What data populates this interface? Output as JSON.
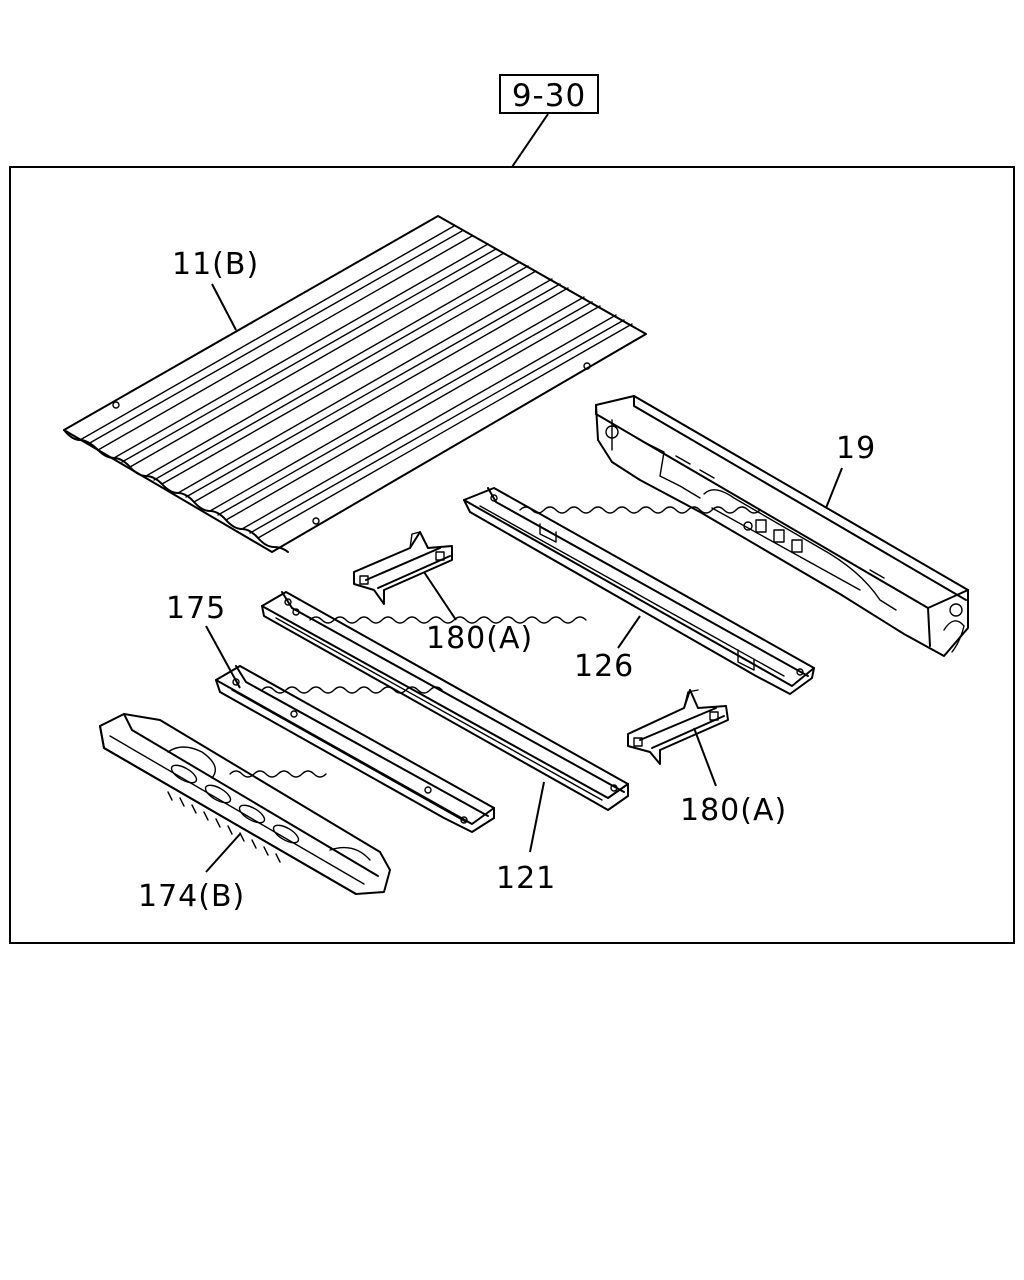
{
  "reference": {
    "label": "9-30"
  },
  "callouts": [
    {
      "id": "floor-panel",
      "text": "11(B)"
    },
    {
      "id": "rear-sill",
      "text": "19"
    },
    {
      "id": "crossmember-126",
      "text": "126"
    },
    {
      "id": "bracket-upper",
      "text": "180(A)"
    },
    {
      "id": "bracket-lower",
      "text": "180(A)"
    },
    {
      "id": "crossmember-175",
      "text": "175"
    },
    {
      "id": "crossmember-121",
      "text": "121"
    },
    {
      "id": "sill-front",
      "text": "174(B)"
    }
  ]
}
